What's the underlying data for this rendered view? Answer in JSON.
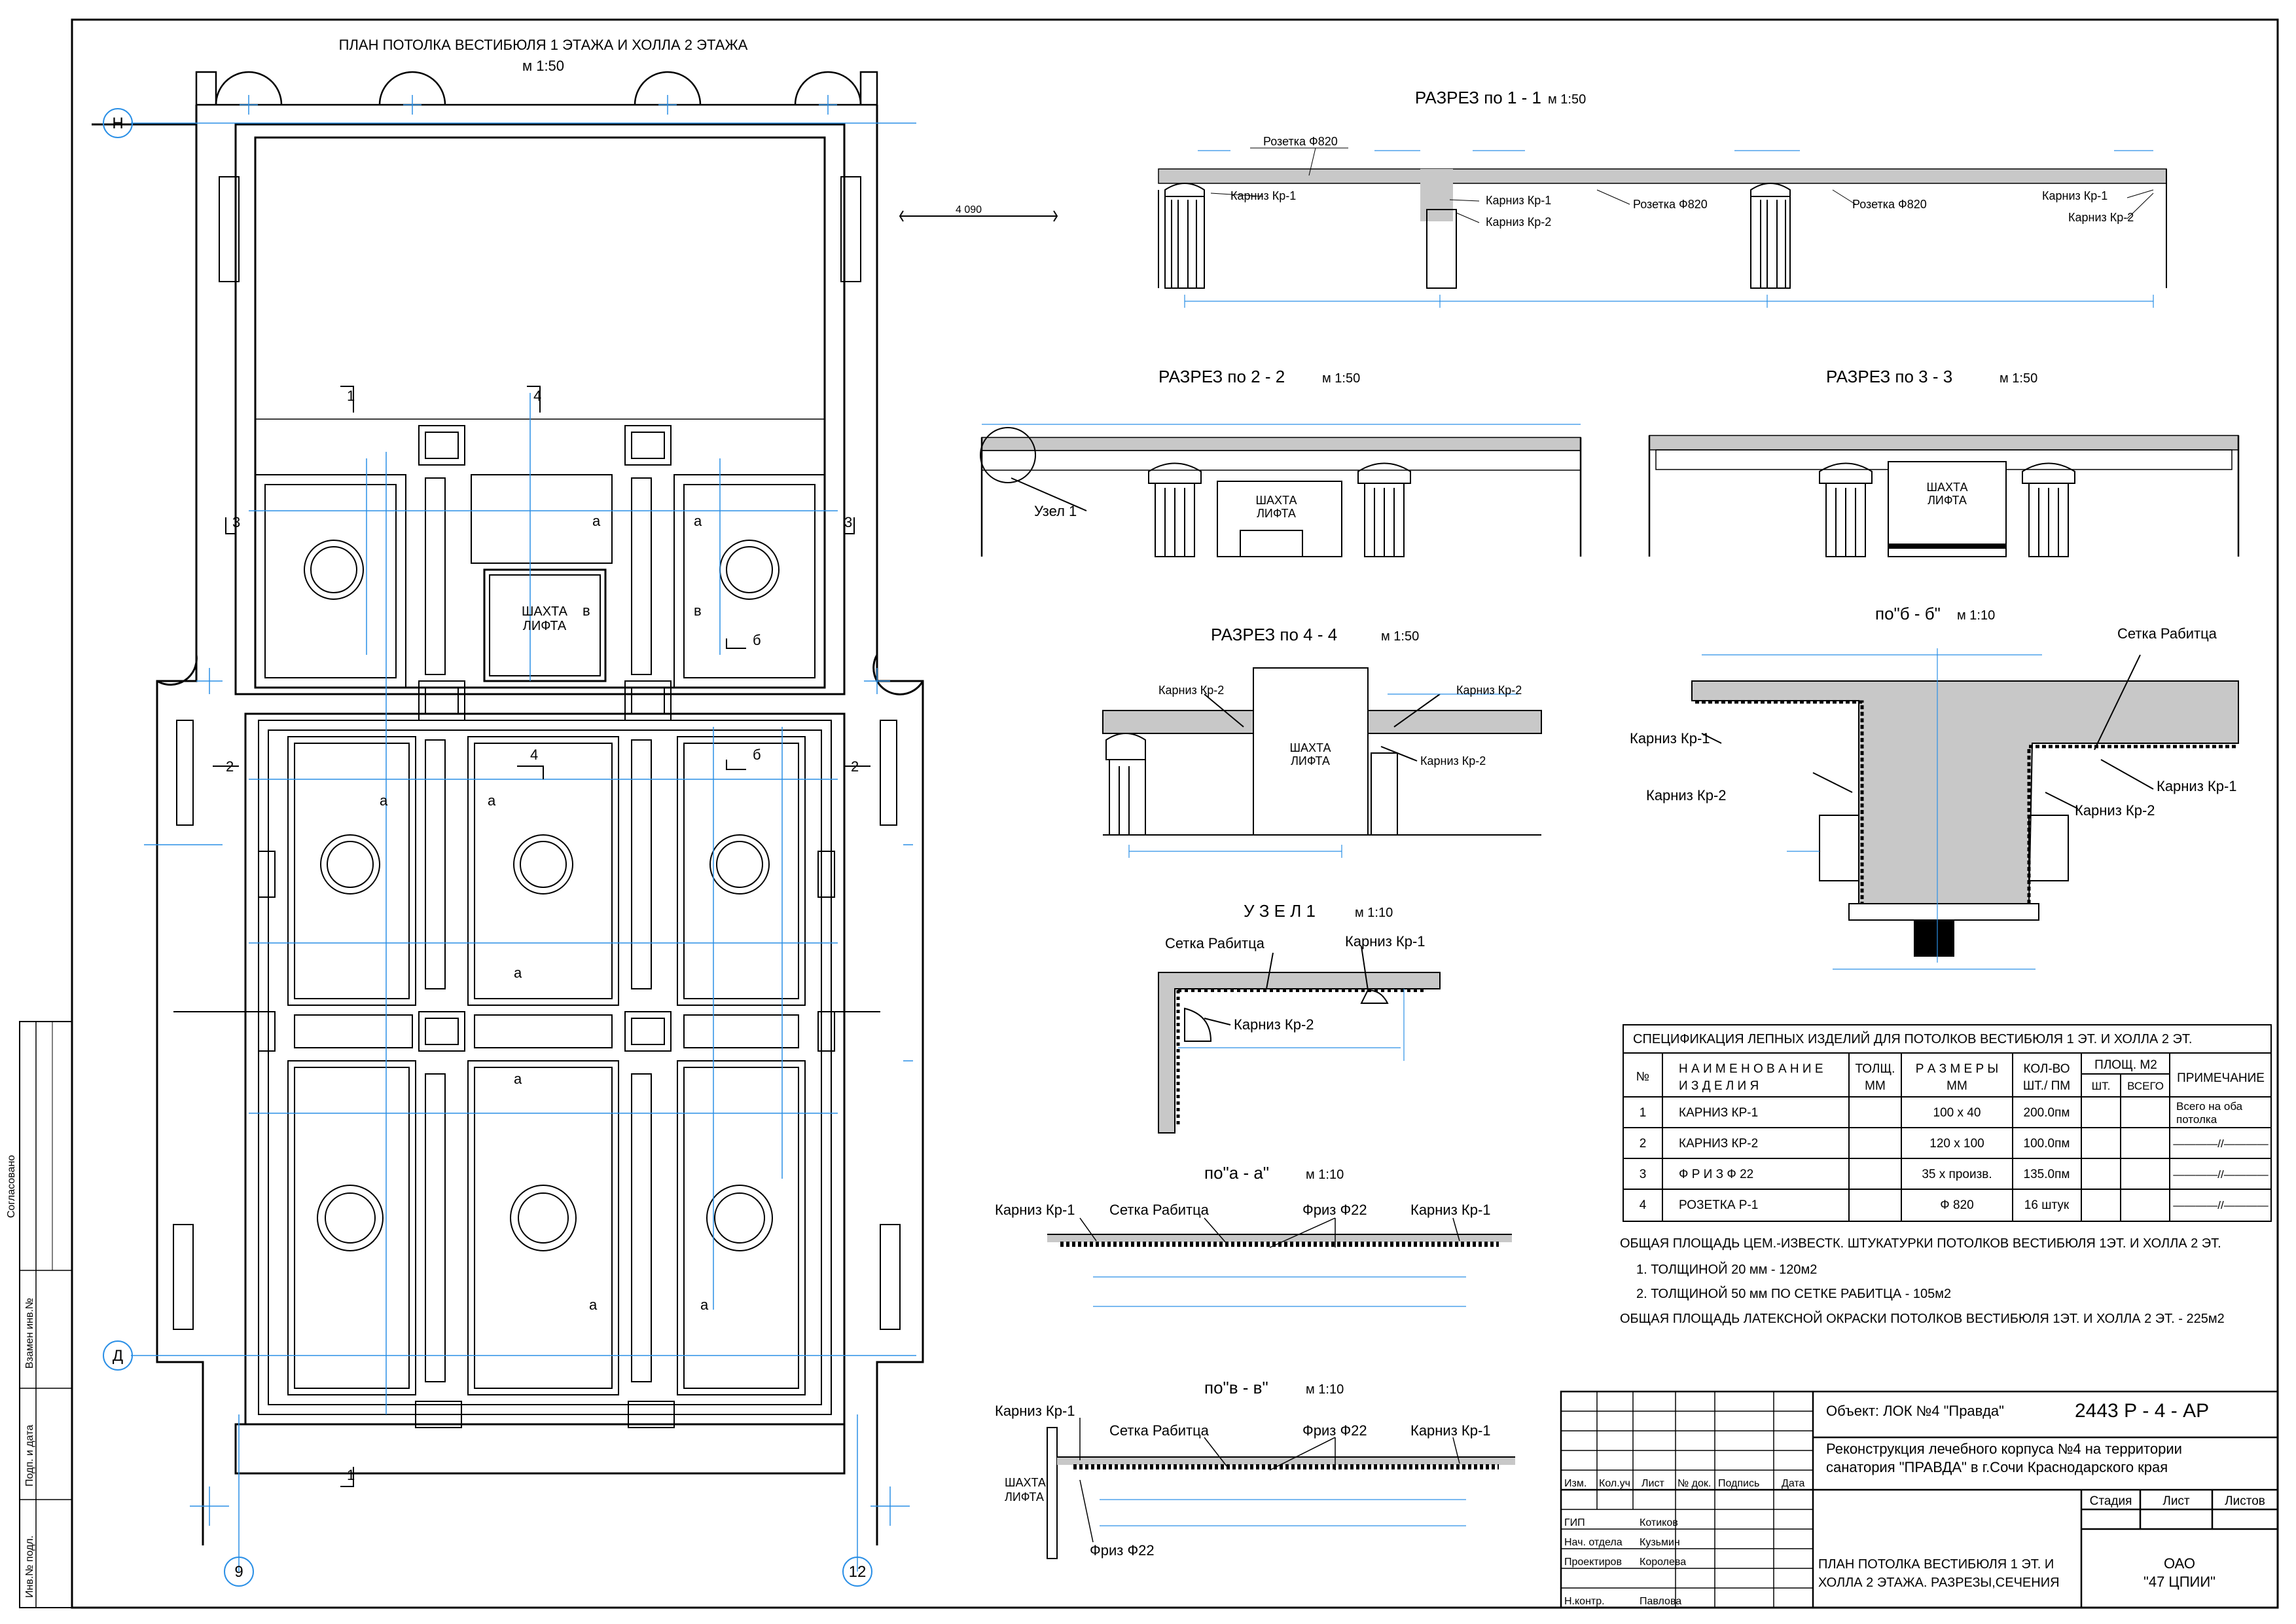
{
  "plan": {
    "title": "ПЛАН ПОТОЛКА ВЕСТИБЮЛЯ 1 ЭТАЖА И ХОЛЛА 2 ЭТАЖА",
    "scale": "м 1:50",
    "axis_h": "Н",
    "axis_d": "Д",
    "axis_9": "9",
    "axis_12": "12",
    "dim_4090": "4 090",
    "shaft": [
      "ШАХТА",
      "ЛИФТА"
    ],
    "cut_1": "1",
    "cut_2": "2",
    "cut_3": "3",
    "cut_4": "4",
    "mark_a": "а",
    "mark_b": "б",
    "mark_v": "в"
  },
  "section11": {
    "title": "РАЗРЕЗ  по  1 - 1",
    "scale": "м 1:50",
    "labels": [
      "Розетка Ф820",
      "Карниз Кр-1",
      "Карниз Кр-1",
      "Карниз Кр-2",
      "Розетка Ф820",
      "Розетка Ф820",
      "Карниз Кр-1",
      "Карниз Кр-2"
    ]
  },
  "section22": {
    "title": "РАЗРЕЗ  по  2 - 2",
    "scale": "м 1:50",
    "node": "Узел 1",
    "shaft": [
      "ШАХТА",
      "ЛИФТА"
    ]
  },
  "section33": {
    "title": "РАЗРЕЗ  по  3 - 3",
    "scale": "м 1:50",
    "shaft": [
      "ШАХТА",
      "ЛИФТА"
    ]
  },
  "section44": {
    "title": "РАЗРЕЗ  по  4 - 4",
    "scale": "м 1:50",
    "labels": [
      "Карниз Кр-2",
      "Карниз Кр-2",
      "Карниз Кр-2"
    ],
    "shaft": [
      "ШАХТА",
      "ЛИФТА"
    ]
  },
  "sectionBB": {
    "title": "по\"б - б\"",
    "scale": "м 1:10",
    "labels": [
      "Сетка Рабитца",
      "Карниз Кр-1",
      "Карниз Кр-2",
      "Карниз Кр-1",
      "Карниз Кр-2"
    ]
  },
  "node1": {
    "title": "У З Е Л  1",
    "scale": "м 1:10",
    "labels": [
      "Сетка Рабитца",
      "Карниз Кр-1",
      "Карниз Кр-2"
    ]
  },
  "sectionAA": {
    "title": "по\"а - а\"",
    "scale": "м 1:10",
    "labels": [
      "Карниз Кр-1",
      "Сетка Рабитца",
      "Фриз Ф22",
      "Карниз Кр-1"
    ]
  },
  "sectionVV": {
    "title": "по\"в - в\"",
    "scale": "м 1:10",
    "labels": [
      "Карниз Кр-1",
      "Сетка Рабитца",
      "Фриз Ф22",
      "Карниз Кр-1",
      "Фриз Ф22"
    ],
    "shaft": [
      "ШАХТА",
      "ЛИФТА"
    ]
  },
  "spec": {
    "title": "СПЕЦИФИКАЦИЯ  ЛЕПНЫХ  ИЗДЕЛИЙ  ДЛЯ  ПОТОЛКОВ  ВЕСТИБЮЛЯ 1 ЭТ.  И  ХОЛЛА 2 ЭТ.",
    "headers": {
      "num": "№",
      "name": [
        "Н А И М Е Н О В А Н И Е",
        "И З Д Е Л И Я"
      ],
      "thick": [
        "ТОЛЩ.",
        "ММ"
      ],
      "size": [
        "Р А З М Е Р Ы",
        "ММ"
      ],
      "qty": [
        "КОЛ-ВО",
        "ШТ./ ПМ"
      ],
      "area": "ПЛОЩ. М2",
      "area_sub": [
        "ШТ.",
        "ВСЕГО"
      ],
      "note": "ПРИМЕЧАНИЕ"
    },
    "rows": [
      {
        "n": "1",
        "name": "КАРНИЗ  КР-1",
        "size": "100 х 40",
        "qty": "200.0пм",
        "note": [
          "Всего на оба",
          "потолка"
        ]
      },
      {
        "n": "2",
        "name": "КАРНИЗ  КР-2",
        "size": "120 х 100",
        "qty": "100.0пм",
        "note": [
          "————//————"
        ]
      },
      {
        "n": "3",
        "name": "Ф Р И З   Ф 22",
        "size": "35 х произв.",
        "qty": "135.0пм",
        "note": [
          "————//————"
        ]
      },
      {
        "n": "4",
        "name": "РОЗЕТКА  Р-1",
        "size": "Ф  820",
        "qty": "16 штук",
        "note": [
          "————//————"
        ]
      }
    ]
  },
  "notes": [
    "ОБЩАЯ ПЛОЩАДЬ ЦЕМ.-ИЗВЕСТК. ШТУКАТУРКИ  ПОТОЛКОВ  ВЕСТИБЮЛЯ 1ЭТ. И  ХОЛЛА 2 ЭТ.",
    "1. ТОЛЩИНОЙ  20 мм  -  120м2",
    "2. ТОЛЩИНОЙ  50 мм  ПО СЕТКЕ РАБИТЦА  -  105м2",
    "ОБЩАЯ ПЛОЩАДЬ ЛАТЕКСНОЙ ОКРАСКИ  ПОТОЛКОВ  ВЕСТИБЮЛЯ 1ЭТ. И  ХОЛЛА 2 ЭТ. -  225м2"
  ],
  "side_stamp": [
    "Согласовано",
    "Взамен инв.№",
    "Подп. и дата",
    "Инв.№ подл."
  ],
  "stamp": {
    "object": "Объект: ЛОК №4 \"Правда\"",
    "code": "2443 Р - 4 - АР",
    "project": [
      "Реконструкция лечебного корпуса №4  на территории",
      "санатория  \"ПРАВДА\"  в г.Сочи  Краснодарского края"
    ],
    "cols": [
      "Изм.",
      "Кол.уч",
      "Лист",
      "№ док.",
      "Подпись",
      "Дата"
    ],
    "stage_cols": [
      "Стадия",
      "Лист",
      "Листов"
    ],
    "people": [
      {
        "role": "ГИП",
        "name": "Котиков"
      },
      {
        "role": "Нач. отдела",
        "name": "Кузьмин"
      },
      {
        "role": "Проектиров",
        "name": "Королева"
      },
      {
        "role": "",
        "name": ""
      },
      {
        "role": "Н.контр.",
        "name": "Павлова"
      }
    ],
    "sheet_title": [
      "ПЛАН  ПОТОЛКА  ВЕСТИБЮЛЯ  1 ЭТ.  И",
      "ХОЛЛА  2 ЭТАЖА.  РАЗРЕЗЫ,СЕЧЕНИЯ"
    ],
    "org": [
      "ОАО",
      "\"47 ЦПИИ\""
    ]
  }
}
